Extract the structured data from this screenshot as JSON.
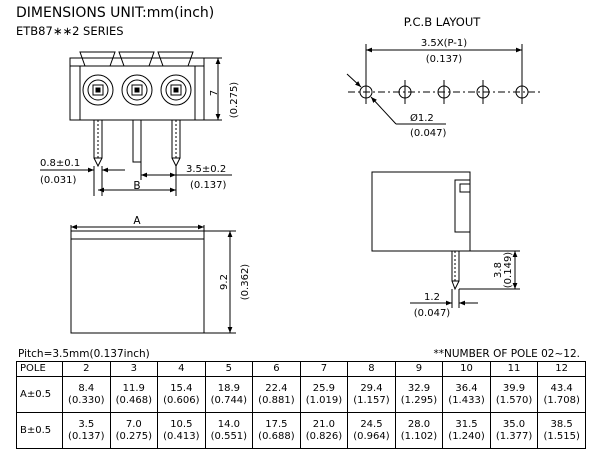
{
  "header": {
    "title": "DIMENSIONS  UNIT:mm(inch)",
    "series": "ETB87∗∗2  SERIES"
  },
  "pcb_layout": {
    "title": "P.C.B LAYOUT",
    "pitch_label": "3.5X(P-1)",
    "pitch_inch": "(0.137)",
    "hole_label": "Ø1.2",
    "hole_inch": "(0.047)"
  },
  "front_view": {
    "height_label": "7",
    "height_inch": "(0.275)",
    "pin_width_label": "0.8±0.1",
    "pin_width_inch": "(0.031)",
    "pin_pitch_label": "3.5±0.2",
    "pin_pitch_inch": "(0.137)",
    "b_label": "B"
  },
  "top_view": {
    "a_label": "A",
    "height_label": "9.2",
    "height_inch": "(0.362)"
  },
  "side_view": {
    "pin_length_label": "3.8",
    "pin_length_inch": "(0.149)",
    "offset_label": "1.2",
    "offset_inch": "(0.047)"
  },
  "footer": {
    "pitch": "Pitch=3.5mm(0.137inch)",
    "pole_note": "**NUMBER OF POLE 02~12."
  },
  "table": {
    "pole_header": "POLE",
    "poles": [
      "2",
      "3",
      "4",
      "5",
      "6",
      "7",
      "8",
      "9",
      "10",
      "11",
      "12"
    ],
    "rows": [
      {
        "label": "A±0.5",
        "values": [
          "8.4",
          "11.9",
          "15.4",
          "18.9",
          "22.4",
          "25.9",
          "29.4",
          "32.9",
          "36.4",
          "39.9",
          "43.4"
        ],
        "inches": [
          "(0.330)",
          "(0.468)",
          "(0.606)",
          "(0.744)",
          "(0.881)",
          "(1.019)",
          "(1.157)",
          "(1.295)",
          "(1.433)",
          "(1.570)",
          "(1.708)"
        ]
      },
      {
        "label": "B±0.5",
        "values": [
          "3.5",
          "7.0",
          "10.5",
          "14.0",
          "17.5",
          "21.0",
          "24.5",
          "28.0",
          "31.5",
          "35.0",
          "38.5"
        ],
        "inches": [
          "(0.137)",
          "(0.275)",
          "(0.413)",
          "(0.551)",
          "(0.688)",
          "(0.826)",
          "(0.964)",
          "(1.102)",
          "(1.240)",
          "(1.377)",
          "(1.515)"
        ]
      }
    ]
  }
}
